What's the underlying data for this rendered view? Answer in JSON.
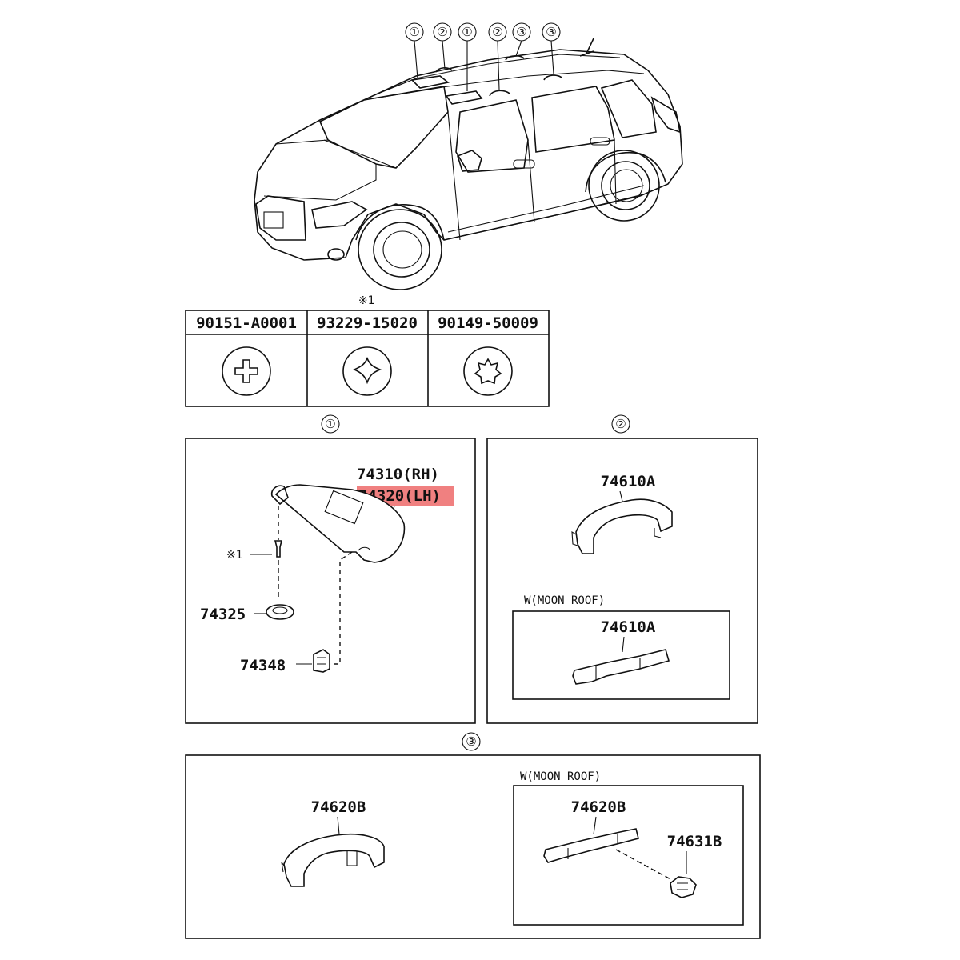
{
  "callouts": {
    "top": [
      "①",
      "②",
      "①",
      "②",
      "③",
      "③"
    ],
    "section1": "①",
    "section2": "②",
    "section3": "③"
  },
  "fasteners": {
    "note": "※1",
    "parts": [
      {
        "number": "90151-A0001",
        "icon": "phillips-screw-head-icon"
      },
      {
        "number": "93229-15020",
        "icon": "clip-head-icon"
      },
      {
        "number": "90149-50009",
        "icon": "torx-screw-head-icon"
      }
    ]
  },
  "section1": {
    "rh": "74310(RH)",
    "lh": "74320(LH)",
    "screw_ref": "※1",
    "holder": "74325",
    "clip": "74348"
  },
  "section2": {
    "grip": "74610A",
    "variant_label": "W(MOON ROOF)",
    "variant_grip": "74610A"
  },
  "section3": {
    "grip": "74620B",
    "variant_label": "W(MOON ROOF)",
    "variant_grip": "74620B",
    "variant_clip": "74631B"
  },
  "colors": {
    "line": "#111111",
    "highlight": "#f08080"
  }
}
